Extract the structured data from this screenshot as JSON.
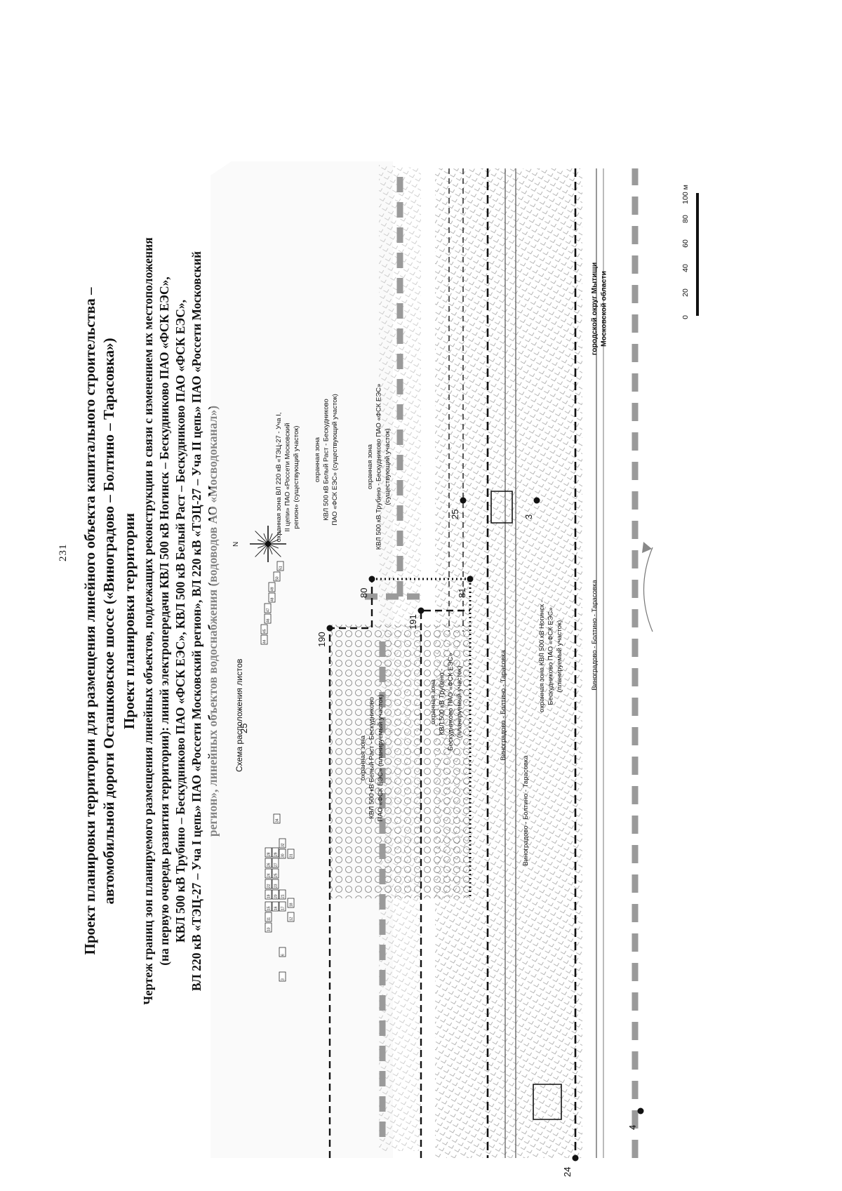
{
  "page_number": "231",
  "title": {
    "line1": "Проект планировки территории для размещения линейного объекта капитального строительства –",
    "line2": "автомобильной дороги Осташковское шоссе («Виноградово – Болтино – Тарасовка»)",
    "line3": "Проект планировки территории",
    "line4": "Чертеж границ зон планируемого размещения линейных объектов, подлежащих реконструкции в связи с изменением их местоположения",
    "line5": "(на первую очередь развития территории): линий электропередачи КВЛ 500 кВ Ногинск – Бескудниково ПАО «ФСК ЕЭС»,",
    "line6": "КВЛ 500 кВ Трубино – Бескудниково ПАО «ФСК ЕЭС», КВЛ 500 кВ Белый Раст – Бескудниково ПАО «ФСК ЕЭС»,",
    "line7": "ВЛ 220 кВ «ТЭЦ-27 – Уча I цепь» ПАО «Россети Московский регион», ВЛ 220 кВ «ТЭЦ-27 – Уча II цепь» ПАО «Россети Московский",
    "line8": "регион», линейных объектов водоснабжения (водоводов АО «Мосводоканал»)"
  },
  "inset": {
    "label": "Схема расположения листов",
    "current_sheet": "25",
    "sheets": [
      "3",
      "6",
      "10",
      "11",
      "12",
      "15",
      "16",
      "17",
      "18",
      "19",
      "20",
      "21",
      "22",
      "23",
      "24",
      "25",
      "26",
      "27",
      "28",
      "29",
      "30",
      "31",
      "32",
      "34",
      "44",
      "45",
      "46",
      "47",
      "48",
      "49",
      "50",
      "51"
    ]
  },
  "north_label": "N",
  "map_labels": {
    "zone_vl220": [
      "охранная зона ВЛ 220 кВ «ТЭЦ-27 - Уча I,",
      "II цепи» ПАО «Россети Московский",
      "регион» (существующий участок)"
    ],
    "zone_belyrast_exist": [
      "охранная зона",
      "КВЛ 500 кВ Белый Раст - Бескудниково",
      "ПАО «ФСК ЕЭС» (существующий участок)"
    ],
    "zone_trubino_exist": [
      "охранная зона",
      "КВЛ 500 кВ Трубино - Бескудниково ПАО «ФСК ЕЭС»",
      "(существующий участок)"
    ],
    "zone_belyrast_plan": [
      "охранная зона",
      "КВЛ 500 кВ Белый Раст - Бескудниково",
      "ПАО «ФСК ЕЭС» (планируемый участок)"
    ],
    "zone_trubino_plan": [
      "охранная зона",
      "КВЛ 500 кВ Трубино -",
      "Бескудниково ПАО «ФСК ЕЭС»",
      "(планируемый участок)"
    ],
    "zone_noginsk_plan": [
      "охранная зона КВЛ 500 кВ Ногинск -",
      "Бескудниково ПАО «ФСК ЕЭС»",
      "(планируемый участок)"
    ],
    "road_1": "Виноградово - Болтино - Тарасовка",
    "road_2": "Виноградово - Болтино - Тарасовка",
    "road_3": "Виноградово - Болтино - Тарасовка",
    "district": [
      "городской округ Мытищи",
      "Московской области"
    ]
  },
  "points": [
    "190",
    "80",
    "81",
    "191",
    "25",
    "3",
    "24",
    "4"
  ],
  "scale": {
    "ticks": [
      "0",
      "20",
      "40",
      "60",
      "80",
      "100 м"
    ]
  }
}
